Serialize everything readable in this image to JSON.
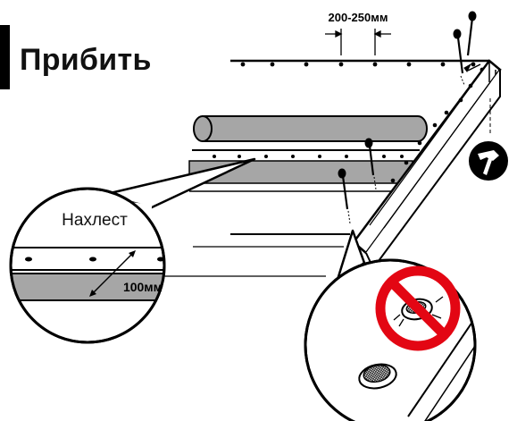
{
  "heading": "Прибить",
  "labels": {
    "nail_spacing": "200-250мм",
    "overlap_title": "Нахлест",
    "overlap_width": "100мм"
  },
  "icons": {
    "hammer": "hammer-icon",
    "prohibited": "prohibition-icon"
  },
  "colors": {
    "ink": "#000000",
    "membrane": "#a6a6a6",
    "forbidden": "#e30613",
    "background": "#ffffff"
  }
}
